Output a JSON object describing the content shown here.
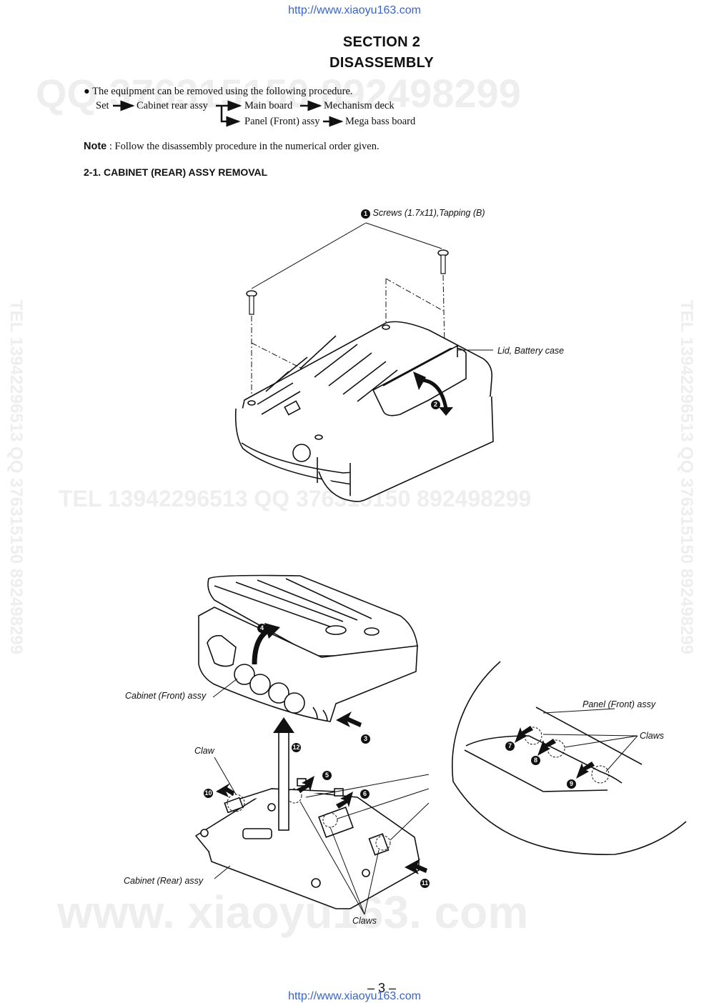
{
  "header": {
    "url_top": "http://www.xiaoyu163.com",
    "url_bottom": "http://www.xiaoyu163.com",
    "section": "SECTION 2",
    "title": "DISASSEMBLY"
  },
  "watermarks": {
    "top": "QQ 376315150   892498299",
    "mid": "TEL  13942296513          QQ  376315150  892498299",
    "bottom": "www. xiaoyu163. com",
    "left_vertical": "TEL 13942296513  QQ 376315150  892498299",
    "right_vertical": "TEL 13942296513  QQ 376315150  892498299"
  },
  "intro": {
    "bullet_text": "The equipment can be removed using the following procedure.",
    "flow": {
      "set": "Set",
      "cabinet_rear": "Cabinet rear assy",
      "main_board": "Main board",
      "mechanism_deck": "Mechanism deck",
      "panel_front": "Panel (Front) assy",
      "mega_bass": "Mega bass board"
    },
    "note_label": "Note",
    "note_text": " : Follow the disassembly procedure in the numerical order given."
  },
  "subsection": "2-1. CABINET (REAR) ASSY REMOVAL",
  "figure1": {
    "screws_num": "1",
    "screws_label": "Screws (1.7x11),Tapping (B)",
    "lid_label": "Lid, Battery case",
    "step2": "2"
  },
  "figure2": {
    "cabinet_front": "Cabinet (Front) assy",
    "panel_front": "Panel (Front) assy",
    "claws_right": "Claws",
    "claw_left": "Claw",
    "cabinet_rear": "Cabinet (Rear) assy",
    "claws_bottom": "Claws",
    "steps": [
      "3",
      "4",
      "5",
      "6",
      "7",
      "8",
      "9",
      "10",
      "11",
      "12"
    ]
  },
  "page_number": "– 3 –"
}
